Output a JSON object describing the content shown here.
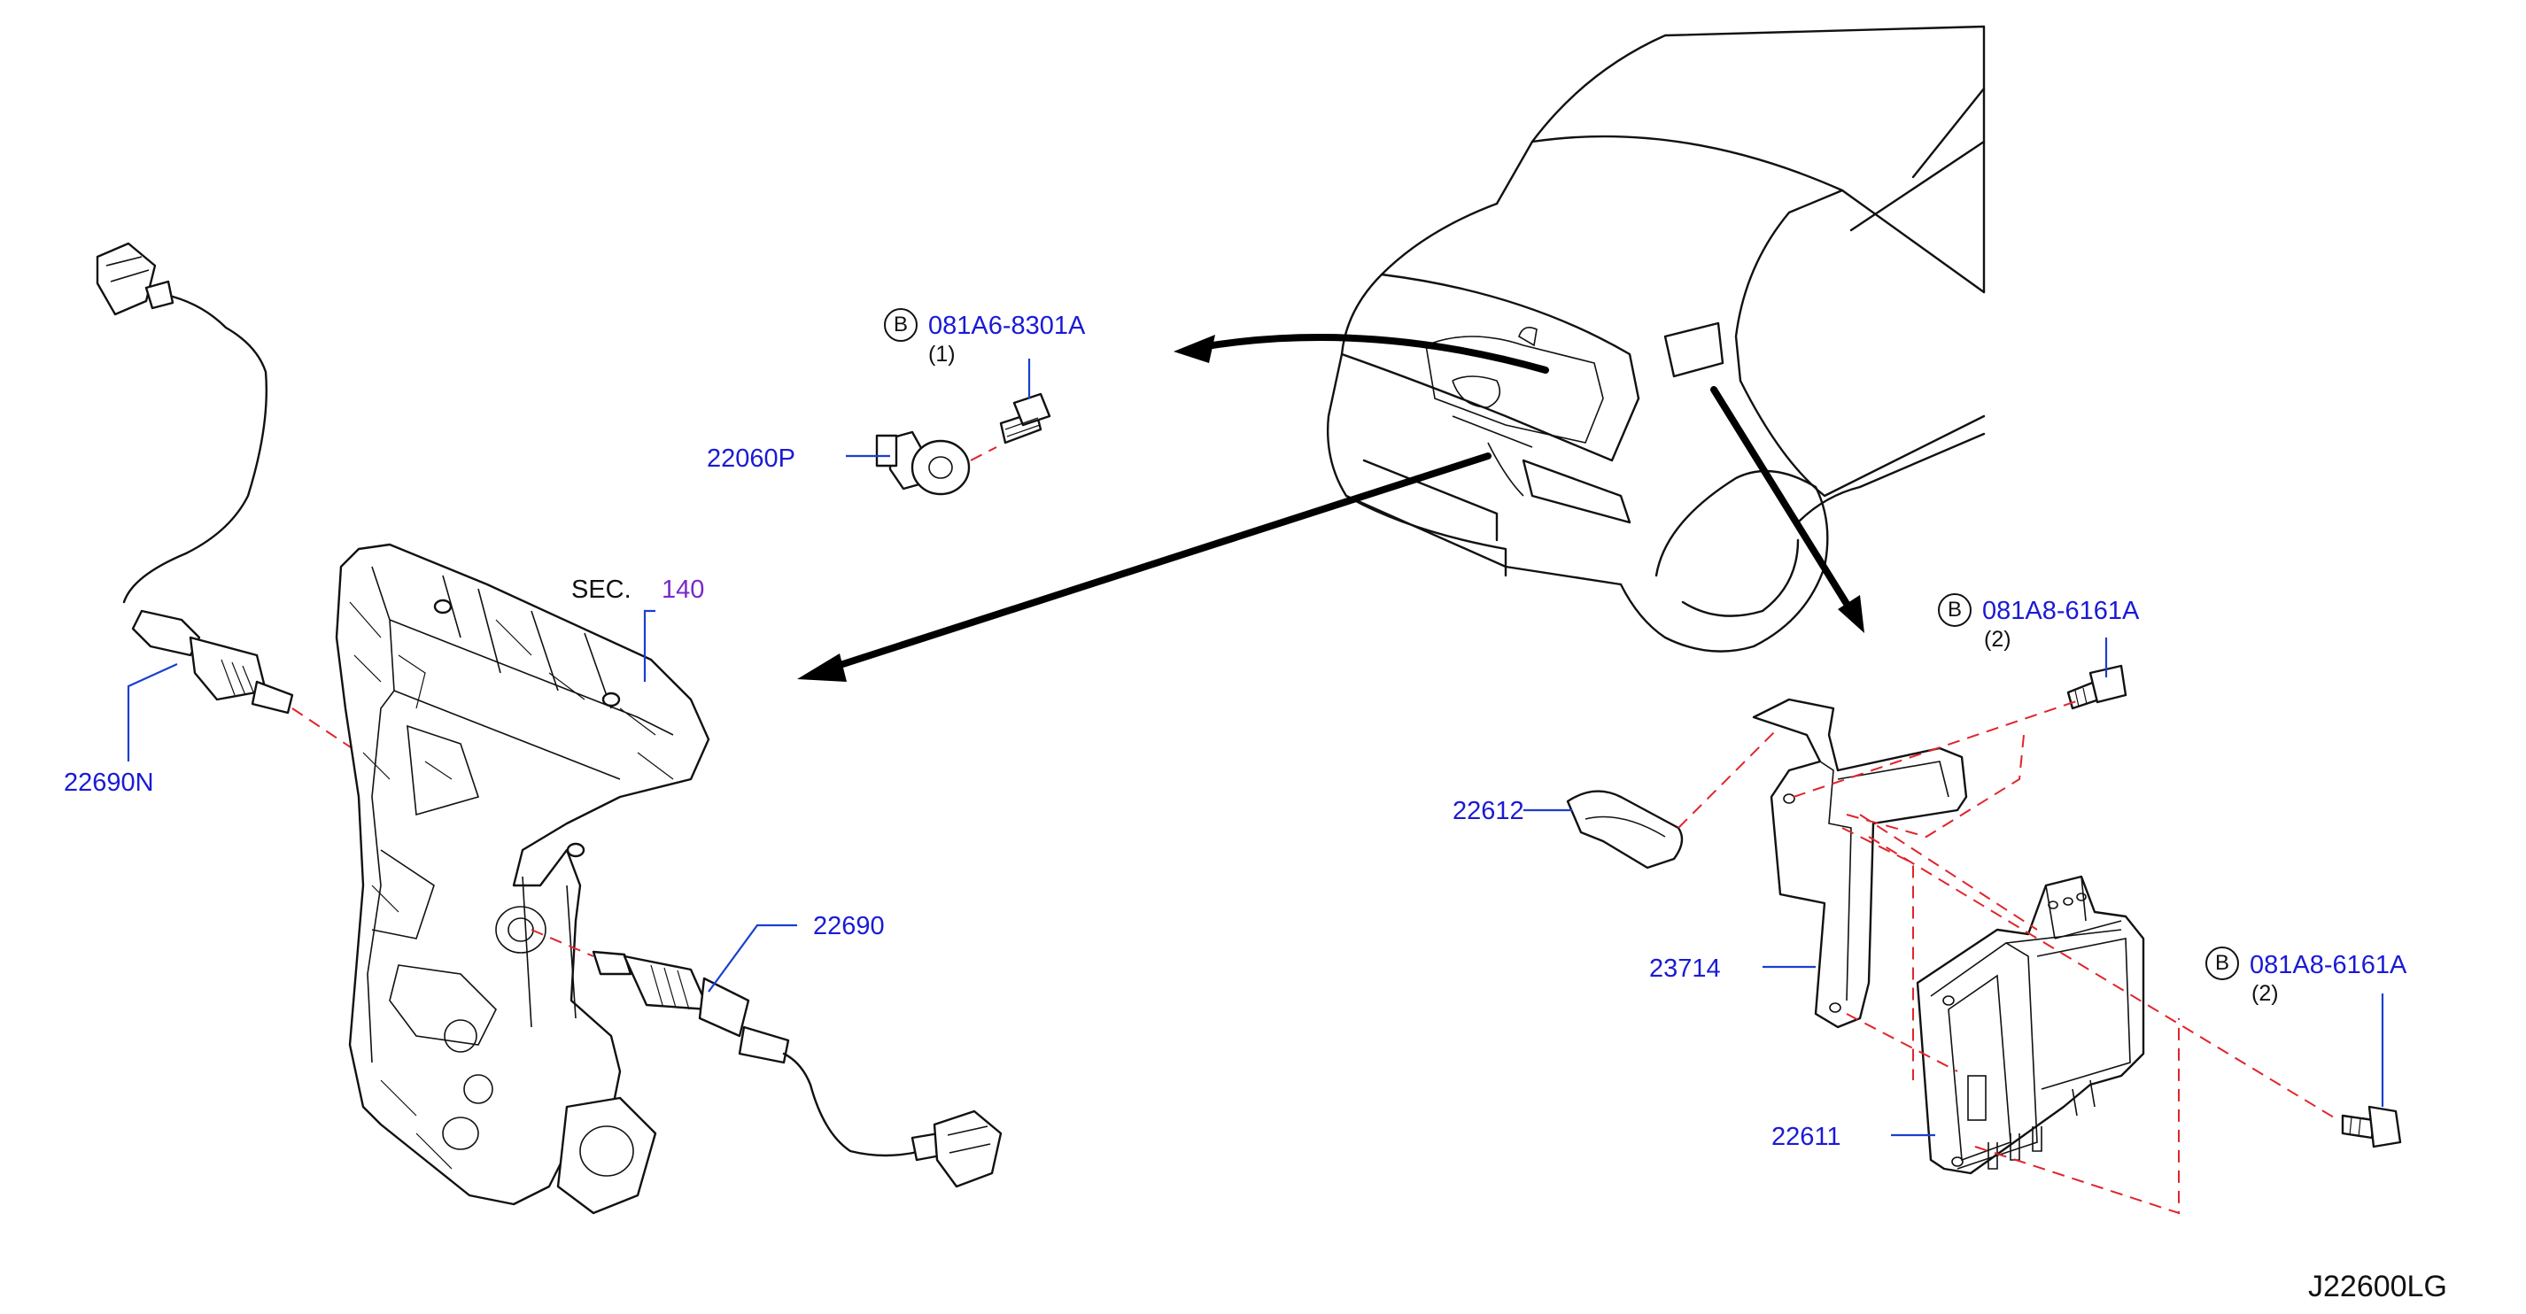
{
  "labels": {
    "sensor_22060p": "22060P",
    "sensor_22690n": "22690N",
    "sensor_22690": "22690",
    "bracket_22612": "22612",
    "bracket_23714": "23714",
    "ecm_22611": "22611",
    "sec": "SEC.",
    "sec_number": "140",
    "diagram_id": "J22600LG"
  },
  "bolts": [
    {
      "circle": "B",
      "part": "081A6-8301A",
      "qty": "(1)"
    },
    {
      "circle": "B",
      "part": "081A8-6161A",
      "qty": "(2)"
    },
    {
      "circle": "B",
      "part": "081A8-6161A",
      "qty": "(2)"
    }
  ],
  "colors": {
    "part_number": "#1a1ad6",
    "section_ref": "#7a28c8",
    "alignment_line": "#e0242b",
    "drawing": "#111111"
  }
}
